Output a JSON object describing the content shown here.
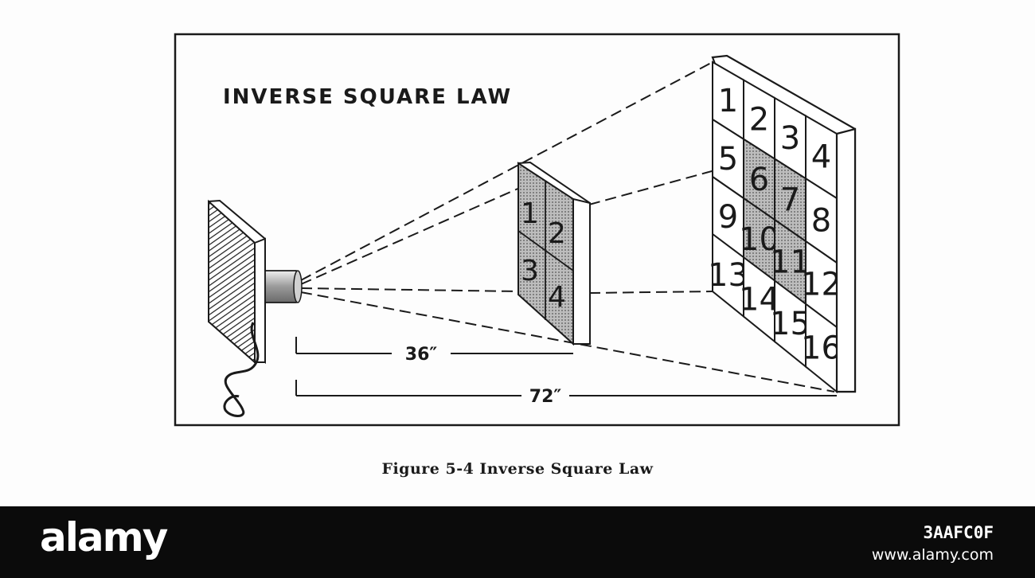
{
  "diagram": {
    "title": "INVERSE SQUARE LAW",
    "dimensions": [
      "36″",
      "72″"
    ],
    "near_grid": [
      "1",
      "2",
      "3",
      "4"
    ],
    "far_grid": [
      "1",
      "2",
      "3",
      "4",
      "5",
      "6",
      "7",
      "8",
      "9",
      "10",
      "11",
      "12",
      "13",
      "14",
      "15",
      "16"
    ],
    "colors": {
      "ink": "#1a1a1a",
      "shade": "#8c8c8c",
      "paper": "#fdfdfd"
    }
  },
  "caption": "Figure 5-4 Inverse Square Law",
  "footer": {
    "brand": "alamy",
    "image_id": "3AAFC0F",
    "url": "www.alamy.com"
  }
}
